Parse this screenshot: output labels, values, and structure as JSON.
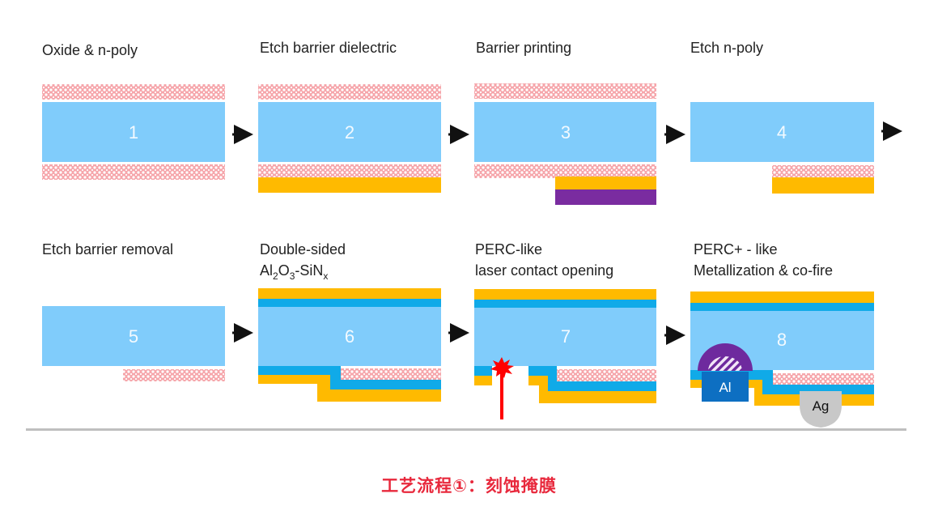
{
  "colors": {
    "wafer": "#80ccfb",
    "poly_pattern": "#f4a3a8",
    "sinx": "#ffba00",
    "alox": "#10aae8",
    "barrier_print": "#7a2ca0",
    "laser": "#ff0000",
    "al_contact": "#0d6fc2",
    "al_paste": "#6e2a9e",
    "ag_contact": "#c8c8c8",
    "arrow": "#111111",
    "divider": "#bfbfbf",
    "caption": "#e8283c"
  },
  "steps": [
    {
      "number": "1",
      "title": [
        "Oxide & n-poly"
      ]
    },
    {
      "number": "2",
      "title": [
        "Etch barrier dielectric"
      ]
    },
    {
      "number": "3",
      "title": [
        "Barrier printing"
      ]
    },
    {
      "number": "4",
      "title": [
        "Etch n-poly"
      ]
    },
    {
      "number": "5",
      "title": [
        "Etch barrier removal"
      ]
    },
    {
      "number": "6",
      "title": [
        "Double-sided"
      ],
      "formula": {
        "al": "Al",
        "sub2": "2",
        "o": "O",
        "sub3": "3",
        "sin": "-SiN",
        "subx": "x"
      }
    },
    {
      "number": "7",
      "title": [
        "PERC-like",
        "laser contact opening"
      ]
    },
    {
      "number": "8",
      "title": [
        "PERC+ - like",
        "Metallization & co-fire"
      ]
    }
  ],
  "metal_labels": {
    "al": "Al",
    "ag": "Ag"
  },
  "caption": "工艺流程①：刻蚀掩膜"
}
